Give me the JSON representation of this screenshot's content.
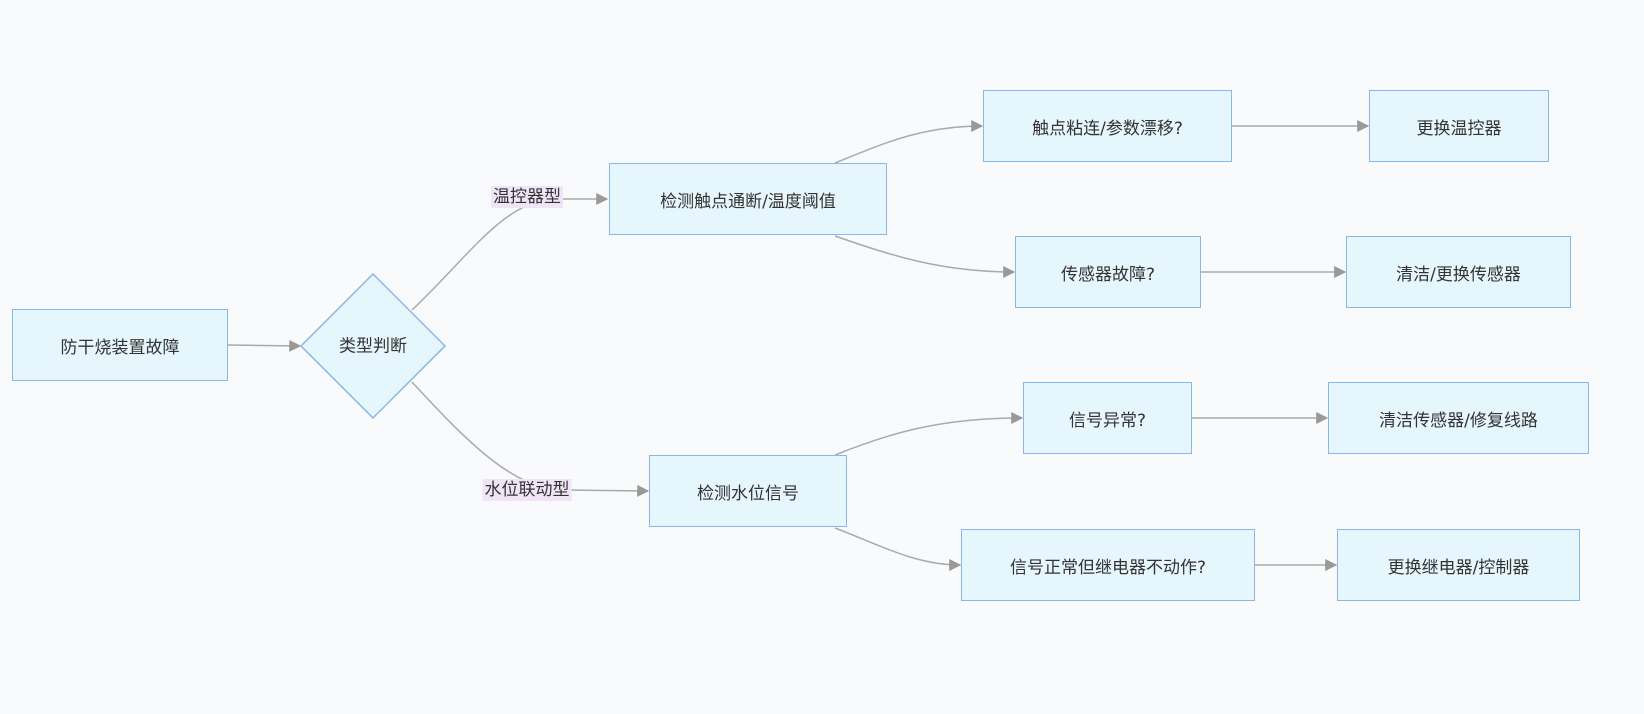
{
  "nodes": {
    "root": "防干烧装置故障",
    "decision": "类型判断",
    "check_thermostat": "检测触点通断/温度阈值",
    "check_water": "检测水位信号",
    "q_contact": "触点粘连/参数漂移?",
    "q_sensor": "传感器故障?",
    "q_signal": "信号异常?",
    "q_relay": "信号正常但继电器不动作?",
    "a_thermostat": "更换温控器",
    "a_sensor": "清洁/更换传感器",
    "a_wiring": "清洁传感器/修复线路",
    "a_relay": "更换继电器/控制器"
  },
  "edge_labels": {
    "thermostat_type": "温控器型",
    "water_type": "水位联动型"
  },
  "colors": {
    "node_fill": "#e6f6fd",
    "node_stroke": "#89b7e6",
    "edge": "#aaaaaa",
    "label_bg": "#f1e4f6"
  }
}
